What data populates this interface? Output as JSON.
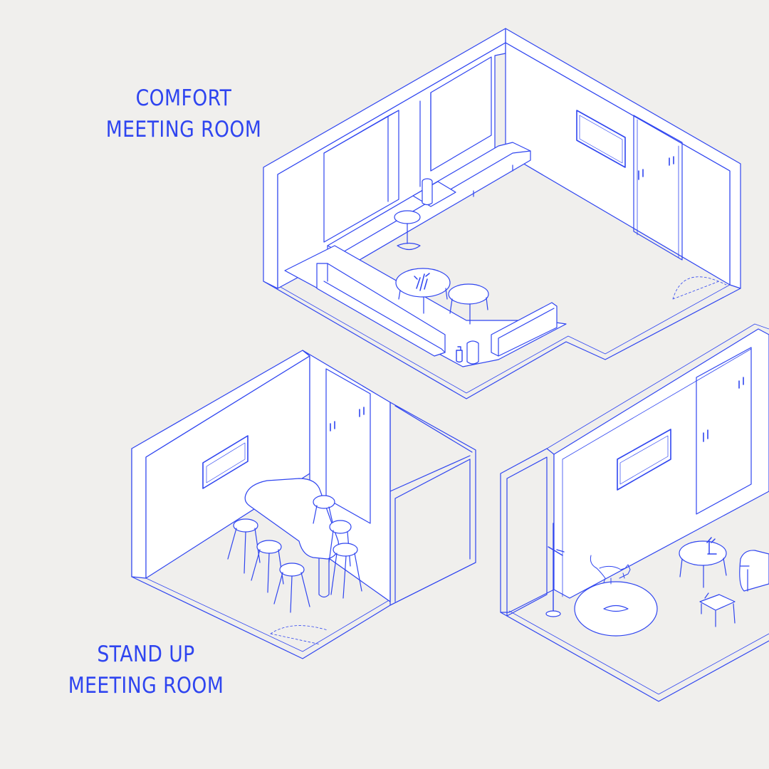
{
  "labels": {
    "comfort": {
      "line1": "COMFORT",
      "line2": "MEETING ROOM"
    },
    "standup": {
      "line1": "STAND UP",
      "line2": "MEETING ROOM"
    }
  },
  "colors": {
    "background": "#f0efed",
    "line": "#2f45f0",
    "fill": "#ffffff"
  }
}
